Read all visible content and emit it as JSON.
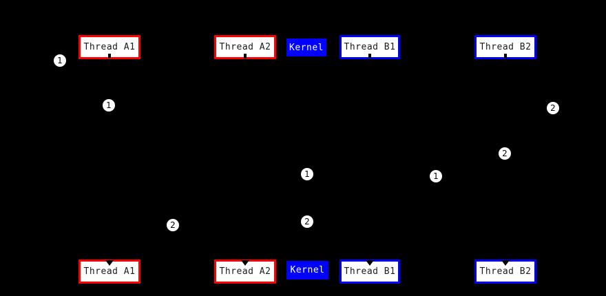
{
  "diagram": {
    "background_color": "#000000",
    "colors": {
      "thread_a_border": "#ff0000",
      "thread_b_border": "#0000ff",
      "kernel_fill": "#0000ff",
      "kernel_text": "#ffffff",
      "box_fill": "#ffffff",
      "box_text": "#1a1a1a",
      "marker_fill": "#ffffff",
      "marker_text": "#000000",
      "connector": "#000000"
    },
    "lanes_top": [
      {
        "label": "Thread A1"
      },
      {
        "label": "Thread A2"
      },
      {
        "label": "Kernel"
      },
      {
        "label": "Thread B1"
      },
      {
        "label": "Thread B2"
      }
    ],
    "lanes_bottom": [
      {
        "label": "Thread A1"
      },
      {
        "label": "Thread A2"
      },
      {
        "label": "Kernel"
      },
      {
        "label": "Thread B1"
      },
      {
        "label": "Thread B2"
      }
    ],
    "markers": [
      {
        "label": "1"
      },
      {
        "label": "1"
      },
      {
        "label": "1"
      },
      {
        "label": "1"
      },
      {
        "label": "2"
      },
      {
        "label": "2"
      },
      {
        "label": "2"
      },
      {
        "label": "2"
      }
    ]
  }
}
